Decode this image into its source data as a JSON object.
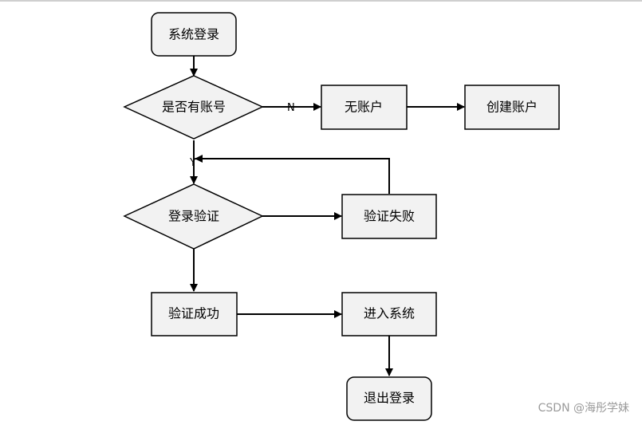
{
  "nodes": {
    "start": "系统登录",
    "has_account": "是否有账号",
    "no_account": "无账户",
    "create_account": "创建账户",
    "login_verify": "登录验证",
    "verify_fail": "验证失败",
    "verify_success": "验证成功",
    "enter_system": "进入系统",
    "exit_login": "退出登录"
  },
  "edges": {
    "no_label": "N",
    "yes_label": "Y"
  },
  "watermark": "CSDN @海彤学妹",
  "colors": {
    "node_fill": "#f2f2f2",
    "stroke": "#000000",
    "watermark": "#9a9a9a"
  }
}
